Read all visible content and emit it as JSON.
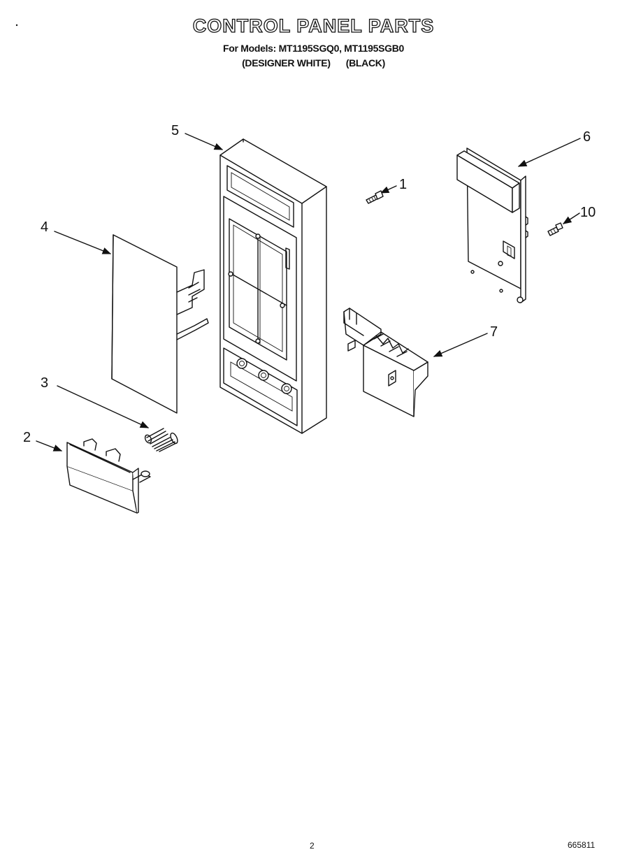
{
  "header": {
    "title": "CONTROL PANEL PARTS",
    "models_line": "For Models: MT1195SGQ0, MT1195SGB0",
    "variant_white": "(DESIGNER WHITE)",
    "variant_black": "(BLACK)"
  },
  "callouts": [
    "1",
    "2",
    "3",
    "4",
    "5",
    "6",
    "7",
    "10"
  ],
  "footer": {
    "page_number": "2",
    "doc_number": "665811"
  }
}
